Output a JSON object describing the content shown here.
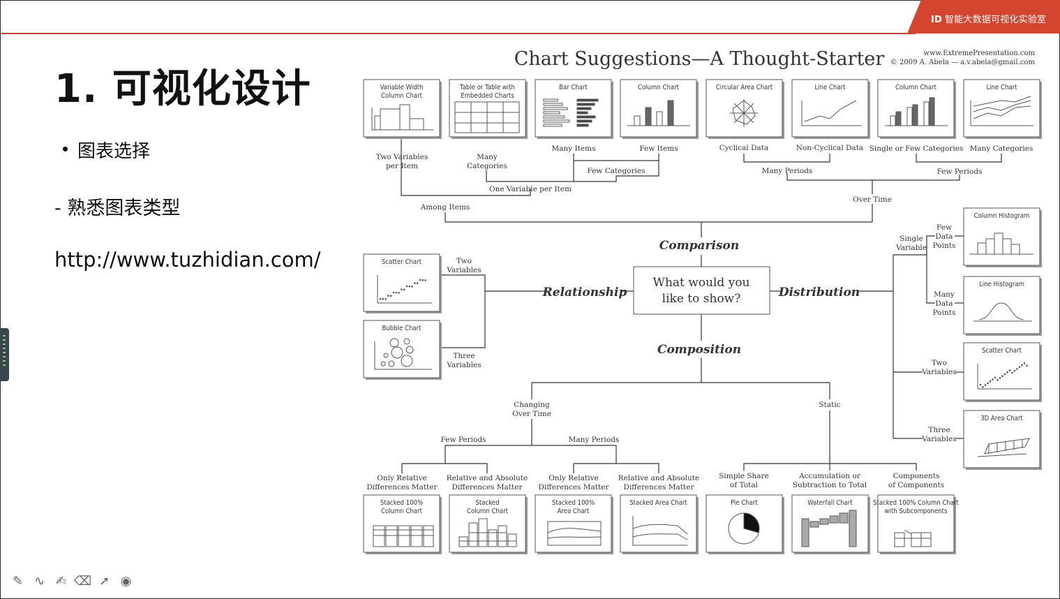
{
  "slide": {
    "brand_label": "智能大数据可视化实验室",
    "title": "1. 可视化设计",
    "bullet": "图表选择",
    "subitem": "- 熟悉图表类型",
    "url": "http://www.tuzhidian.com/"
  },
  "toolbar": {
    "pen": "✎",
    "curve": "∿",
    "marker": "✍",
    "eraser": "⌫",
    "pointer": "➚",
    "record": "◉"
  },
  "diagram": {
    "title": "Chart Suggestions—A Thought-Starter",
    "website": "www.ExtremePresentation.com",
    "credit": "© 2009  A. Abela — a.v.abela@gmail.com",
    "center_question": [
      "What would you",
      "like to show?"
    ],
    "branches": {
      "comparison": "Comparison",
      "relationship": "Relationship",
      "distribution": "Distribution",
      "composition": "Composition"
    },
    "charts": {
      "variable_width_column": [
        "Variable Width",
        "Column Chart"
      ],
      "table_embedded": [
        "Table or Table with",
        "Embedded Charts"
      ],
      "bar_chart": [
        "Bar Chart"
      ],
      "column_chart_1": [
        "Column Chart"
      ],
      "circular_area": [
        "Circular Area Chart"
      ],
      "line_chart_1": [
        "Line Chart"
      ],
      "column_chart_2": [
        "Column Chart"
      ],
      "line_chart_2": [
        "Line Chart"
      ],
      "scatter_rel": [
        "Scatter Chart"
      ],
      "bubble": [
        "Bubble Chart"
      ],
      "column_histogram": [
        "Column Histogram"
      ],
      "line_histogram": [
        "Line Histogram"
      ],
      "scatter_dist": [
        "Scatter Chart"
      ],
      "area_3d": [
        "3D Area Chart"
      ],
      "stacked_100_column": [
        "Stacked 100%",
        "Column Chart"
      ],
      "stacked_column": [
        "Stacked",
        "Column Chart"
      ],
      "stacked_100_area": [
        "Stacked 100%",
        "Area Chart"
      ],
      "stacked_area": [
        "Stacked Area Chart"
      ],
      "pie": [
        "Pie Chart"
      ],
      "waterfall": [
        "Waterfall Chart"
      ],
      "stacked_100_sub": [
        "Stacked 100% Column Chart",
        "with Subcomponents"
      ]
    },
    "labels": {
      "two_variables_per_item": [
        "Two Variables",
        "per Item"
      ],
      "many_categories_table": [
        "Many",
        "Categories"
      ],
      "many_items": "Many Items",
      "few_items": "Few Items",
      "cyclical_data": "Cyclical Data",
      "non_cyclical_data": "Non-Cyclical Data",
      "single_or_few_categories": "Single or Few Categories",
      "many_categories": "Many Categories",
      "few_categories": "Few Categories",
      "many_periods_top": "Many Periods",
      "few_periods_top": "Few Periods",
      "one_variable_per_item": "One Variable per Item",
      "among_items": "Among Items",
      "over_time": "Over Time",
      "two_variables_rel": [
        "Two",
        "Variables"
      ],
      "three_variables_rel": [
        "Three",
        "Variables"
      ],
      "single_variable": [
        "Single",
        "Variable"
      ],
      "few_data_points": [
        "Few",
        "Data",
        "Points"
      ],
      "many_data_points": [
        "Many",
        "Data",
        "Points"
      ],
      "two_variables_dist": [
        "Two",
        "Variables"
      ],
      "three_variables_dist": [
        "Three",
        "Variables"
      ],
      "changing_over_time": [
        "Changing",
        "Over Time"
      ],
      "static": "Static",
      "few_periods_bottom": "Few Periods",
      "many_periods_bottom": "Many Periods",
      "only_relative_1": [
        "Only Relative",
        "Differences Matter"
      ],
      "relative_absolute_1": [
        "Relative and Absolute",
        "Differences Matter"
      ],
      "only_relative_2": [
        "Only Relative",
        "Differences Matter"
      ],
      "relative_absolute_2": [
        "Relative and Absolute",
        "Differences Matter"
      ],
      "simple_share": [
        "Simple Share",
        "of Total"
      ],
      "accumulation": [
        "Accumulation or",
        "Subtraction to Total"
      ],
      "components": [
        "Components",
        "of Components"
      ]
    }
  }
}
